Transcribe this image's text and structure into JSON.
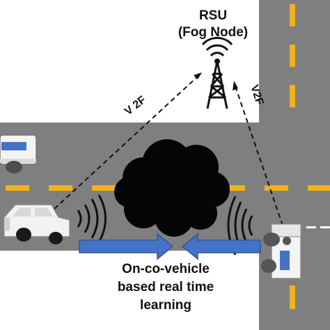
{
  "rsu": {
    "title_line1": "RSU",
    "title_line2": "(Fog Node)"
  },
  "links": {
    "left_label": "V 2F",
    "right_label": "V2F"
  },
  "caption": {
    "line1": "On-co-vehicle",
    "line2": "based real time",
    "line3": "learning"
  },
  "colors": {
    "road": "#7f7f7f",
    "lane_marking": "#f2b21c",
    "arrow_fill": "#4472c4",
    "cloud": "#050505",
    "tower": "#111111"
  },
  "icons": [
    "cell-tower-icon",
    "car-icon",
    "bus-icon",
    "truck-icon",
    "wireless-signal-icon",
    "cloud-icon",
    "arrow-right-icon",
    "arrow-left-icon"
  ]
}
